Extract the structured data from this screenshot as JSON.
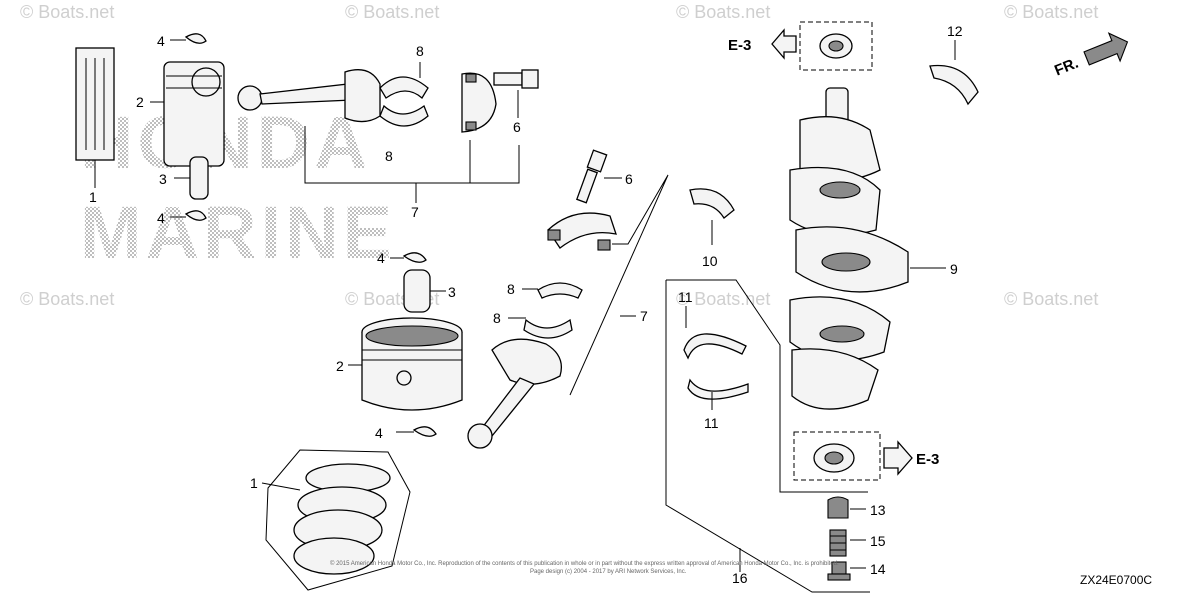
{
  "diagram": {
    "code": "ZX24E0700C",
    "copyright": "© 2015 American Honda Motor Co., Inc. Reproduction of the contents of this publication in whole or in part without the express written approval of American Honda Motor Co., Inc. is prohibited.",
    "page_design": "Page design (c) 2004 - 2017 by ARI Network Services, Inc.",
    "background_logo": [
      "HONDA",
      "MARINE"
    ],
    "watermark": "© Boats.net",
    "front_label": "FR.",
    "reference": "E-3",
    "callouts": {
      "c1": "1",
      "c2": "2",
      "c3": "3",
      "c4": "4",
      "c6": "6",
      "c7": "7",
      "c8": "8",
      "c9": "9",
      "c10": "10",
      "c11": "11",
      "c12": "12",
      "c13": "13",
      "c14": "14",
      "c15": "15",
      "c16": "16"
    }
  }
}
